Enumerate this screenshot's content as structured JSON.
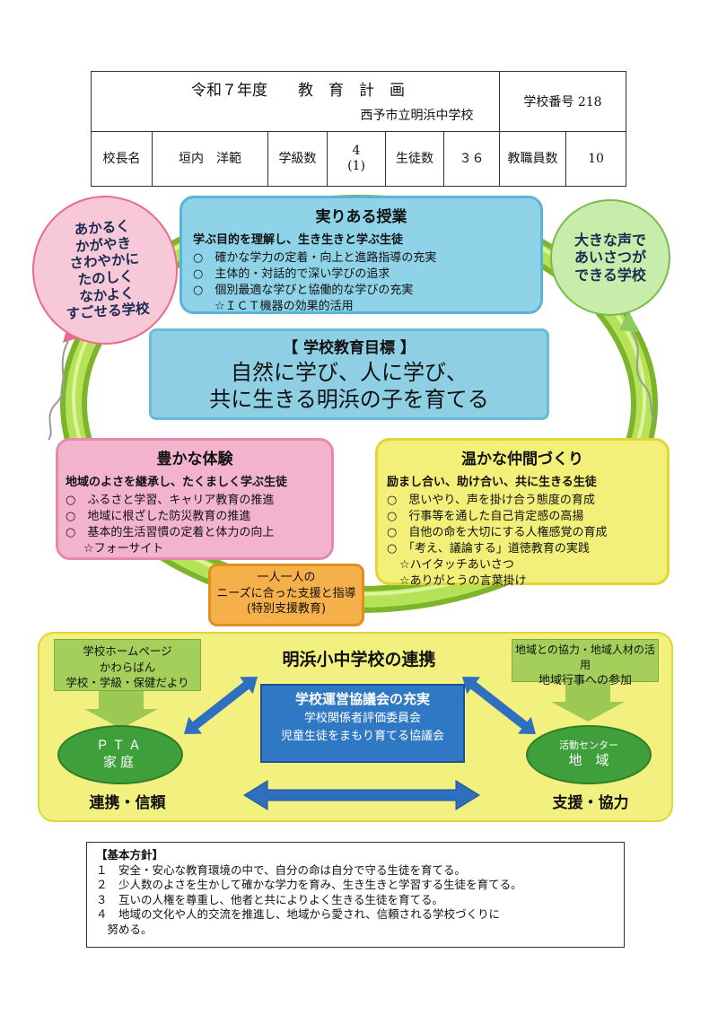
{
  "header": {
    "title": "令和７年度　　教　育　計　画",
    "school_name": "西予市立明浜中学校",
    "school_number": "学校番号 218",
    "principal_label": "校長名",
    "principal_name": "垣内　洋範",
    "classes_label": "学級数",
    "classes_value": "4",
    "classes_sub": "(1)",
    "students_label": "生徒数",
    "students_value": "３６",
    "staff_label": "教職員数",
    "staff_value": "10"
  },
  "balloon_left": {
    "lines": [
      "あかるく",
      "かがやき",
      "さわやかに",
      "たのしく",
      "なかよく",
      "すごせる学校"
    ]
  },
  "balloon_right": {
    "lines": [
      "大きな声で",
      "あいさつが",
      "できる学校"
    ]
  },
  "lessons": {
    "title": "実りある授業",
    "subtitle": "学ぶ目的を理解し、生き生きと学ぶ生徒",
    "items": [
      "○　確かな学力の定着・向上と進路指導の充実",
      "○　主体的・対話的で深い学びの追求",
      "○　個別最適な学びと協働的な学びの充実",
      "☆ＩＣＴ機器の効果的活用"
    ]
  },
  "goal": {
    "label": "【 学校教育目標 】",
    "line1": "自然に学び、人に学び、",
    "line2": "共に生きる明浜の子を育てる"
  },
  "experience": {
    "title": "豊かな体験",
    "subtitle": "地域のよさを継承し、たくましく学ぶ生徒",
    "items": [
      "○　ふるさと学習、キャリア教育の推進",
      "○　地域に根ざした防災教育の推進",
      "○　基本的生活習慣の定着と体力の向上",
      "☆フォーサイト"
    ]
  },
  "friends": {
    "title": "温かな仲間づくり",
    "subtitle": "励まし合い、助け合い、共に生きる生徒",
    "items": [
      "○　思いやり、声を掛け合う態度の育成",
      "○　行事等を通した自己肯定感の高揚",
      "○　自他の命を大切にする人権感覚の育成",
      "○　「考え、議論する」道徳教育の実践",
      "☆ハイタッチあいさつ",
      "☆ありがとうの言葉掛け"
    ]
  },
  "special_support": {
    "lines": [
      "一人一人の",
      "ニーズに合った支援と指導",
      "(特別支援教育)"
    ]
  },
  "cooperation": {
    "title": "明浜小中学校の連携",
    "left_box": [
      "学校ホームページ",
      "かわらばん",
      "学校・学級・保健だより"
    ],
    "right_box": [
      "地域との協力・地域人材の活用",
      "地域行事への参加"
    ],
    "center_title": "学校運営協議会の充実",
    "center_lines": [
      "学校関係者評価委員会",
      "児童生徒をまもり育てる協議会"
    ],
    "left_oval": [
      "ＰＴＡ",
      "家庭"
    ],
    "right_oval": [
      "活動センター",
      "地　域"
    ],
    "left_caption": "連携・信頼",
    "right_caption": "支援・協力"
  },
  "policy": {
    "heading": "【基本方針】",
    "items": [
      "１　安全・安心な教育環境の中で、自分の命は自分で守る生徒を育てる。",
      "２　少人数のよさを生かして確かな学力を育み、生き生きと学習する生徒を育てる。",
      "３　互いの人権を尊重し、他者と共によりよく生きる生徒を育てる。",
      "４　地域の文化や人的交流を推進し、地域から愛され、信頼される学校づくりに",
      "　努める。"
    ]
  },
  "colors": {
    "lessons_bg": "#8fd3e8",
    "goal_bg": "#8ecfe4",
    "experience_bg": "#f4b3cc",
    "friends_bg": "#f3f07a",
    "support_bg": "#f6b04a",
    "coop_bg": "#f2f07e",
    "ring": "#9bd23a",
    "oval": "#3f9f3a",
    "center_box": "#2f78c4",
    "arrow": "#2f6fc0"
  }
}
